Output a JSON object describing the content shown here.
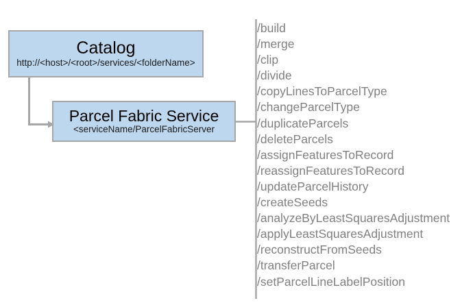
{
  "diagram": {
    "nodes": [
      {
        "id": "catalog",
        "title": "Catalog",
        "subtitle": "http://<host>/<root>/services/<folderName>"
      },
      {
        "id": "parcel-fabric-service",
        "title": "Parcel Fabric Service",
        "subtitle": "<serviceName/ParcelFabricServer"
      }
    ],
    "operations": [
      "/build",
      "/merge",
      "/clip",
      "/divide",
      "/copyLinesToParcelType",
      "/changeParcelType",
      "/duplicateParcels",
      "/deleteParcels",
      "/assignFeaturesToRecord",
      "/reassignFeaturesToRecord",
      "/updateParcelHistory",
      "/createSeeds",
      "/analyzeByLeastSquaresAdjustment",
      "/applyLeastSquaresAdjustment",
      "/reconstructFromSeeds",
      "/transferParcel",
      "/setParcelLineLabelPosition"
    ],
    "colors": {
      "node_fill": "#bdd7ee",
      "node_border": "#a6a6a6",
      "connector": "#a6a6a6",
      "divider": "#a6a6a6",
      "operation_text": "#808080",
      "title_text": "#000000",
      "background": "#ffffff"
    }
  }
}
